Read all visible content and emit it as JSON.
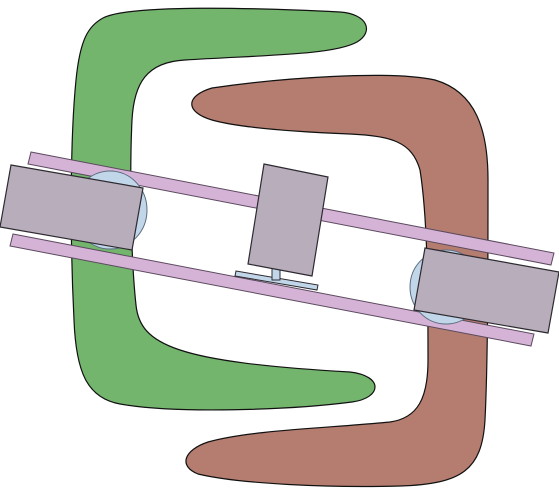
{
  "diagram": {
    "colors": {
      "background": "#ffffff",
      "green_bracket": "#74b56e",
      "brown_bracket": "#b47d6f",
      "rail": "#d5b3d6",
      "block": "#b8adbb",
      "wheel": "#c2d6ea",
      "mount_plate": "#c2d6ea",
      "outline": "#111111",
      "rail_outline": "#5b4a5e",
      "block_outline": "#2d2a30"
    },
    "parts": [
      "green-bracket",
      "brown-bracket",
      "upper-rail",
      "lower-rail",
      "left-carriage-block",
      "right-carriage-block",
      "center-block",
      "left-wheel",
      "right-wheel",
      "mount-plate"
    ]
  }
}
